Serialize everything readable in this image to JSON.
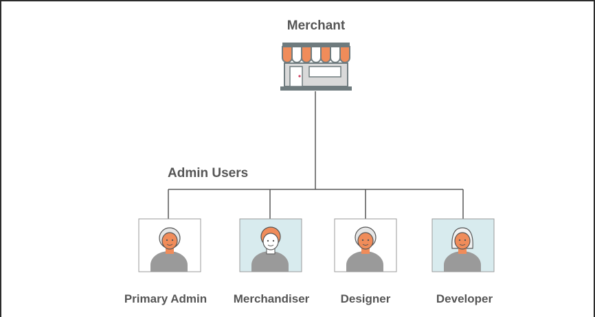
{
  "merchant": {
    "label": "Merchant",
    "icon": "storefront-icon"
  },
  "admin_group": {
    "label": "Admin Users"
  },
  "users": [
    {
      "label": "Primary Admin",
      "icon": "primary-admin-avatar-icon",
      "background": "#ffffff",
      "hair": "#e6e6e6",
      "face": "#f08c5a"
    },
    {
      "label": "Merchandiser",
      "icon": "merchandiser-avatar-icon",
      "background": "#d8ebee",
      "hair": "#f08c5a",
      "face": "#ffffff"
    },
    {
      "label": "Designer",
      "icon": "designer-avatar-icon",
      "background": "#ffffff",
      "hair": "#e6e6e6",
      "face": "#f08c5a"
    },
    {
      "label": "Developer",
      "icon": "developer-avatar-icon",
      "background": "#d8ebee",
      "hair": "#f2f2f2",
      "face": "#f08c5a"
    }
  ],
  "colors": {
    "line": "#555555",
    "text": "#555555",
    "accent": "#f08c5a",
    "store_body": "#d9d9d9",
    "store_dark": "#6f7b7e"
  }
}
